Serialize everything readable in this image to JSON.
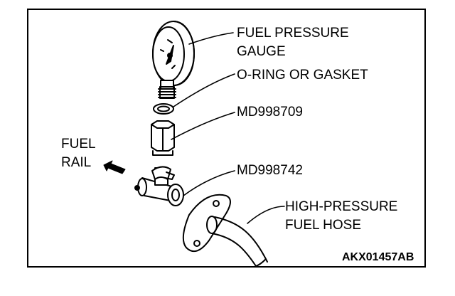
{
  "labels": {
    "fuel_pressure_gauge": [
      "FUEL PRESSURE",
      "GAUGE"
    ],
    "o_ring": "O-RING OR GASKET",
    "md998709": "MD998709",
    "md998742": "MD998742",
    "fuel_rail": [
      "FUEL",
      "RAIL"
    ],
    "high_pressure_hose": [
      "HIGH-PRESSURE",
      "FUEL HOSE"
    ]
  },
  "figure_code": "AKX01457AB"
}
